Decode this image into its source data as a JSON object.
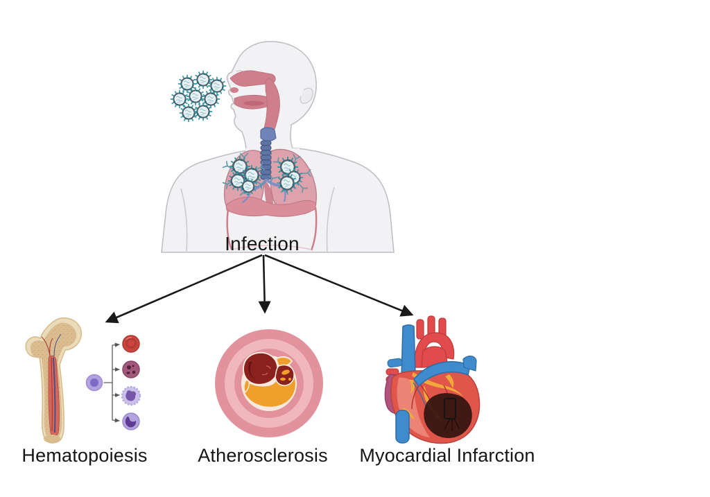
{
  "diagram": {
    "central_label": "Infection",
    "outcomes": [
      {
        "id": "hematopoiesis",
        "label": "Hematopoiesis"
      },
      {
        "id": "atherosclerosis",
        "label": "Atherosclerosis"
      },
      {
        "id": "myocardial-infarction",
        "label": "Myocardial Infarction"
      }
    ]
  },
  "icons": {
    "inhaled_viruses": "coronavirus-cluster-icon",
    "figure": "human-respiratory-figure-icon",
    "lung_viruses": "lung-virus-cluster-icon",
    "arrows": [
      "arrow-to-hematopoiesis",
      "arrow-to-atherosclerosis",
      "arrow-to-myocardial-infarction"
    ],
    "hematopoiesis": [
      "femur-bone-marrow-icon",
      "stem-cell-differentiation-icon"
    ],
    "atherosclerosis": "artery-cross-section-plaque-icon",
    "myocardial_infarction": "infarcted-heart-icon"
  },
  "colors": {
    "background": "#ffffff",
    "body_fill": "#f2f2f4",
    "body_outline": "#bcbcc3",
    "airway_pink": "#cf7f8c",
    "lung_pink": "#dc9ba6",
    "trachea_blue": "#5f74a6",
    "virus_teal": "#2f98a6",
    "bone_tan": "#eadbb9",
    "marrow_red": "#d2685c",
    "stem_cell_purple": "#b2a3e0",
    "artery_ring_pink": "#e2929d",
    "plaque_orange": "#efa02c",
    "thrombus_dark_red": "#8b211d",
    "heart_red": "#e1564b",
    "vessel_blue": "#3f8bcc",
    "infarct_dark": "#33140f",
    "arrow_black": "#1a1a1a",
    "text": "#151515"
  }
}
